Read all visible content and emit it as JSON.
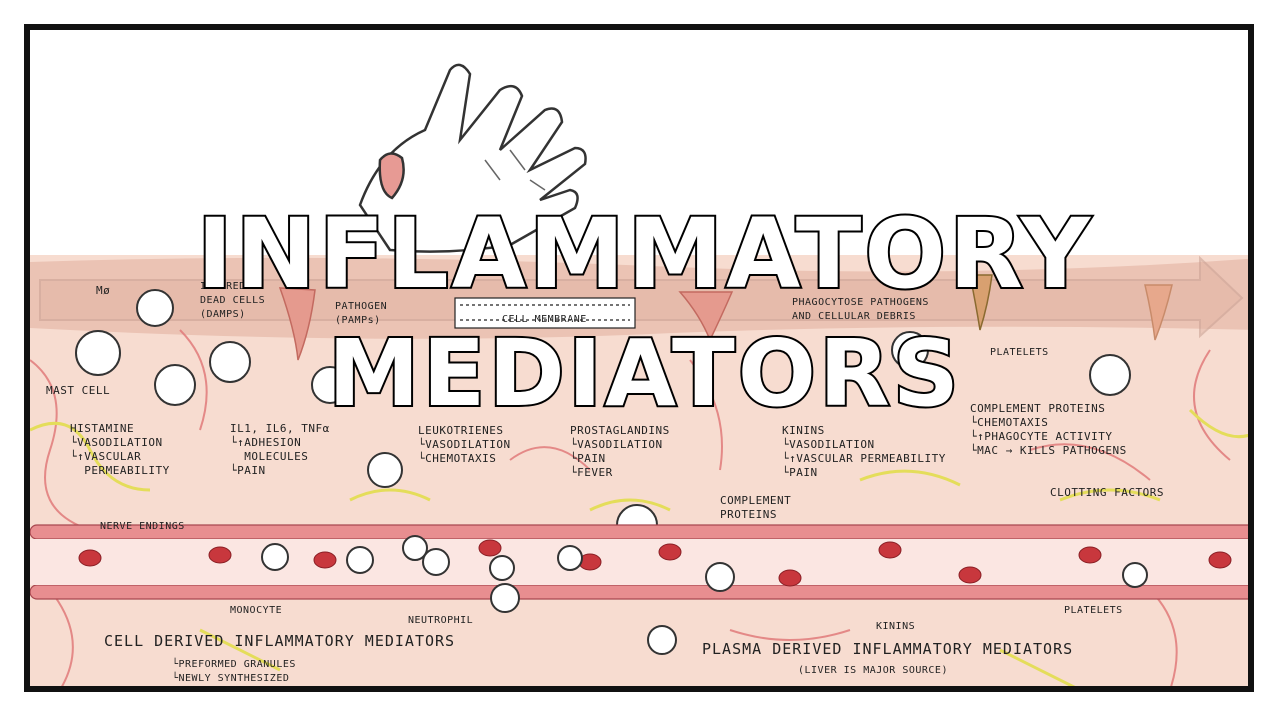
{
  "title": {
    "line1": "INFLAMMATORY",
    "line2": "MEDIATORS"
  },
  "top_labels": {
    "macrophage": "Mø",
    "injured_cells": "INJURED\nDEAD CELLS\n(DAMPS)",
    "pathogen": "PATHOGEN\n(PAMPs)",
    "cell_membrane": "CELL MEMBRANE",
    "phagocytose": "PHAGOCYTOSE PATHOGENS\nAND CELLULAR DEBRIS",
    "platelets_top": "PLATELETS"
  },
  "cell_mediators": {
    "mast_cell": "MAST CELL",
    "histamine": "HISTAMINE\n└VASODILATION\n└↑VASCULAR\n  PERMEABILITY",
    "cytokines": "IL1, IL6, TNFα\n└↑ADHESION\n  MOLECULES\n└PAIN",
    "leukotrienes": "LEUKOTRIENES\n└VASODILATION\n└CHEMOTAXIS",
    "prostaglandins": "PROSTAGLANDINS\n└VASODILATION\n└PAIN\n└FEVER",
    "nerve_endings": "NERVE ENDINGS"
  },
  "plasma_mediators": {
    "kinins": "KININS\n└VASODILATION\n└↑VASCULAR PERMEABILITY\n└PAIN",
    "complement_proteins": "COMPLEMENT PROTEINS\n└CHEMOTAXIS\n└↑PHAGOCYTE ACTIVITY\n└MAC → KILLS PATHOGENS",
    "complement_lower": "COMPLEMENT\nPROTEINS",
    "clotting_factors": "CLOTTING FACTORS"
  },
  "vessel_labels": {
    "monocyte": "MONOCYTE",
    "neutrophil": "NEUTROPHIL",
    "kinins": "KININS",
    "platelets": "PLATELETS"
  },
  "bottom_labels": {
    "cell_derived": "CELL DERIVED INFLAMMATORY MEDIATORS",
    "cell_derived_sub": "└PREFORMED GRANULES\n└NEWLY SYNTHESIZED",
    "plasma_derived": "PLASMA DERIVED INFLAMMATORY MEDIATORS",
    "plasma_derived_sub": "(LIVER IS MAJOR SOURCE)"
  },
  "colors": {
    "tissue": "#f7dcd0",
    "skin_band": "#ebc3b4",
    "vessel_wall": "#d96a6a",
    "rbc": "#c8373d",
    "nerve": "#e4dd5a",
    "capillary": "#e07a7a",
    "frame": "#111111"
  }
}
